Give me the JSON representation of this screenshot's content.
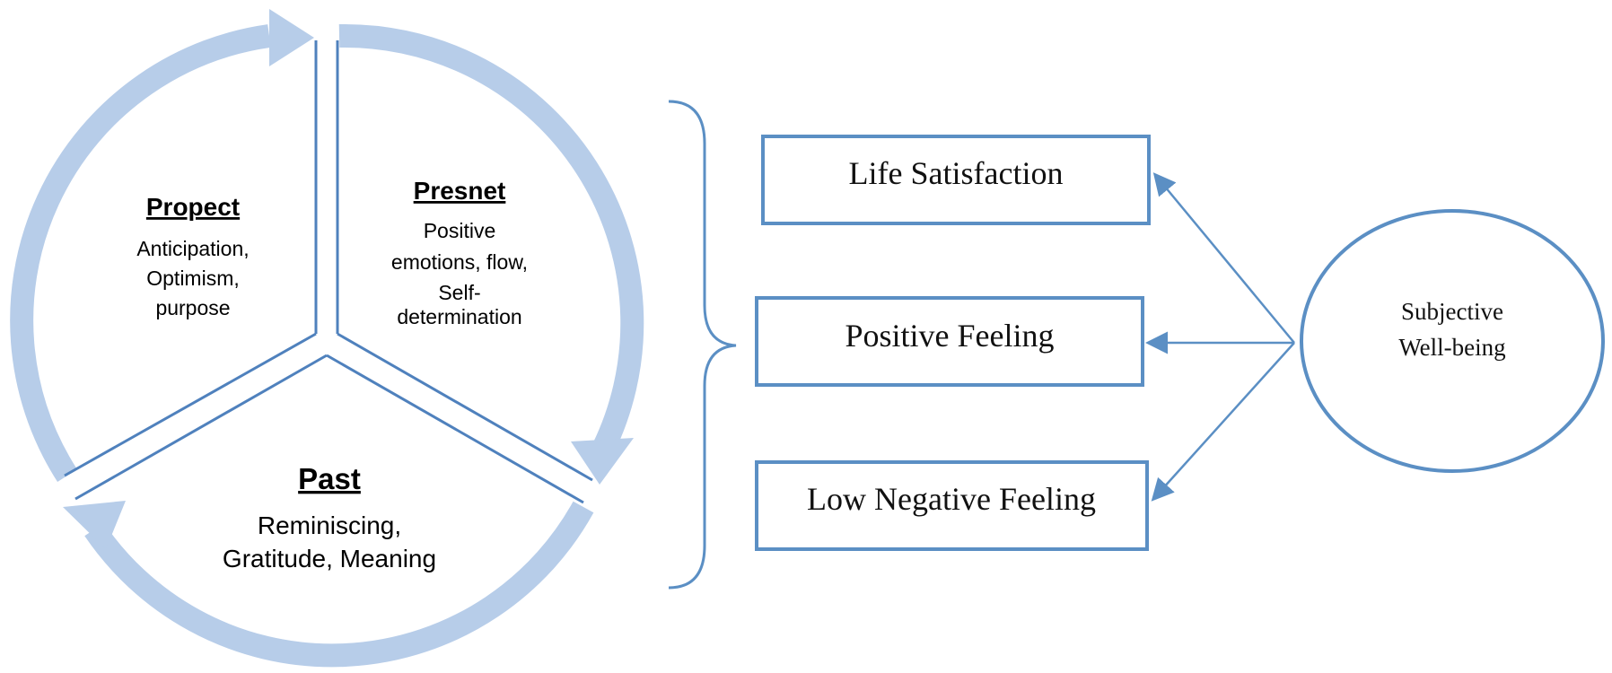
{
  "colors": {
    "ring": "#b7cde9",
    "divider": "#4f81bd",
    "box_border": "#5b8fc4",
    "connector": "#5b8fc4"
  },
  "segments": {
    "prospect": {
      "title": "Propect",
      "lines": [
        "Anticipation,",
        "Optimism,",
        "purpose"
      ]
    },
    "present": {
      "title": "Presnet",
      "lines": [
        "Positive",
        "emotions, flow,",
        "Self-",
        "determination"
      ]
    },
    "past": {
      "title": "Past",
      "lines": [
        "Reminiscing,",
        "Gratitude, Meaning"
      ]
    }
  },
  "components": [
    {
      "label": "Life Satisfaction"
    },
    {
      "label": "Positive Feeling"
    },
    {
      "label": "Low Negative Feeling"
    }
  ],
  "outcome": {
    "lines": [
      "Subjective",
      "Well-being"
    ]
  }
}
